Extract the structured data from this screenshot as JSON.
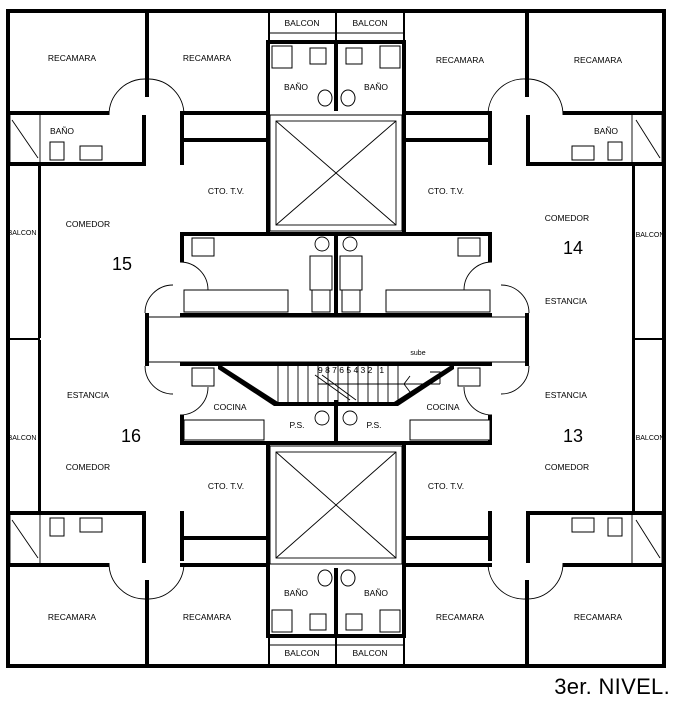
{
  "title": "3er. NIVEL.",
  "labels": {
    "recamara": "RECAMARA",
    "bano": "BAÑO",
    "balcon": "BALCON",
    "balcon_side": "BALCON",
    "comedor": "COMEDOR",
    "estancia": "ESTANCIA",
    "cto_tv": "CTO. T.V.",
    "cocina": "COCINA",
    "ps": "P.S.",
    "sube": "sube",
    "stair_numbers": "9 8 7 6 5 4 3 2   1"
  },
  "units": {
    "u15": "15",
    "u14": "14",
    "u16": "16",
    "u13": "13"
  }
}
